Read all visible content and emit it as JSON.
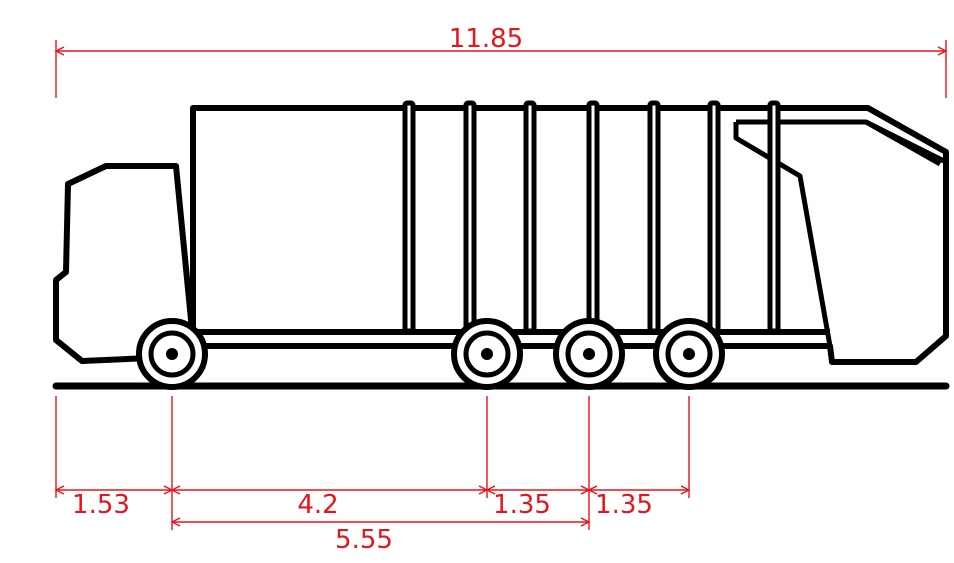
{
  "colors": {
    "truck": "#000000",
    "dimension": "#e8141c",
    "background": "#ffffff"
  },
  "dimensions": {
    "overall_length": "11.85",
    "front_overhang": "1.53",
    "wheelbase_front_to_second": "4.2",
    "axle_spacing_2_3": "1.35",
    "axle_spacing_3_4": "1.35",
    "wheelbase_front_to_third": "5.55"
  }
}
